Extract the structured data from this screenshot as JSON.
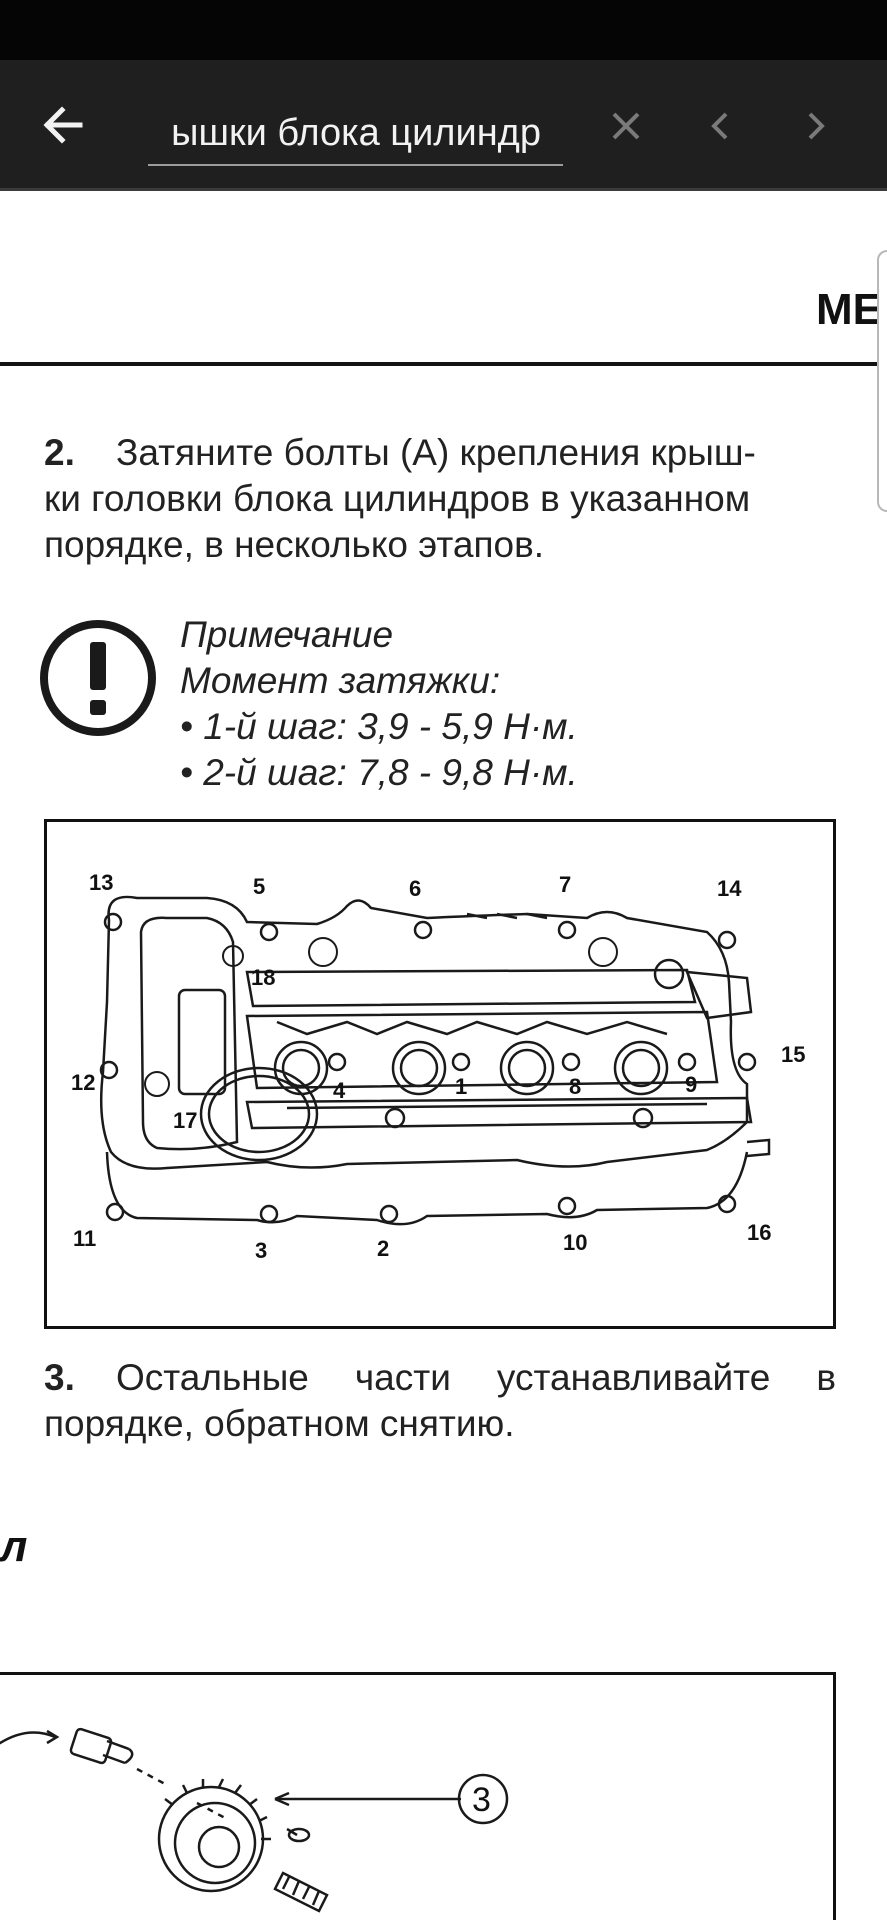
{
  "search": {
    "query": "ышки блока цилиндр"
  },
  "header": {
    "title": "МЕ"
  },
  "step2": {
    "number": "2.",
    "line1": "Затяните болты (А) крепления крыш-",
    "line2": "ки головки блока цилиндров в указанном",
    "line3": "порядке, в несколько этапов."
  },
  "note": {
    "title": "Примечание",
    "subtitle": "Момент затяжки:",
    "items": [
      "• 1-й шаг: 3,9 - 5,9 Н·м.",
      "• 2-й шаг: 7,8 - 9,8 Н·м."
    ]
  },
  "figure1": {
    "labels": [
      "13",
      "5",
      "6",
      "7",
      "14",
      "18",
      "15",
      "12",
      "4",
      "1",
      "8",
      "9",
      "17",
      "11",
      "3",
      "2",
      "10",
      "16"
    ]
  },
  "step3": {
    "number": "3.",
    "line1_words": [
      "Остальные",
      "части",
      "устанавливайте",
      "в"
    ],
    "line2": "порядке, обратном снятию."
  },
  "section": {
    "heading": "л"
  },
  "figure2": {
    "callout": "3"
  }
}
